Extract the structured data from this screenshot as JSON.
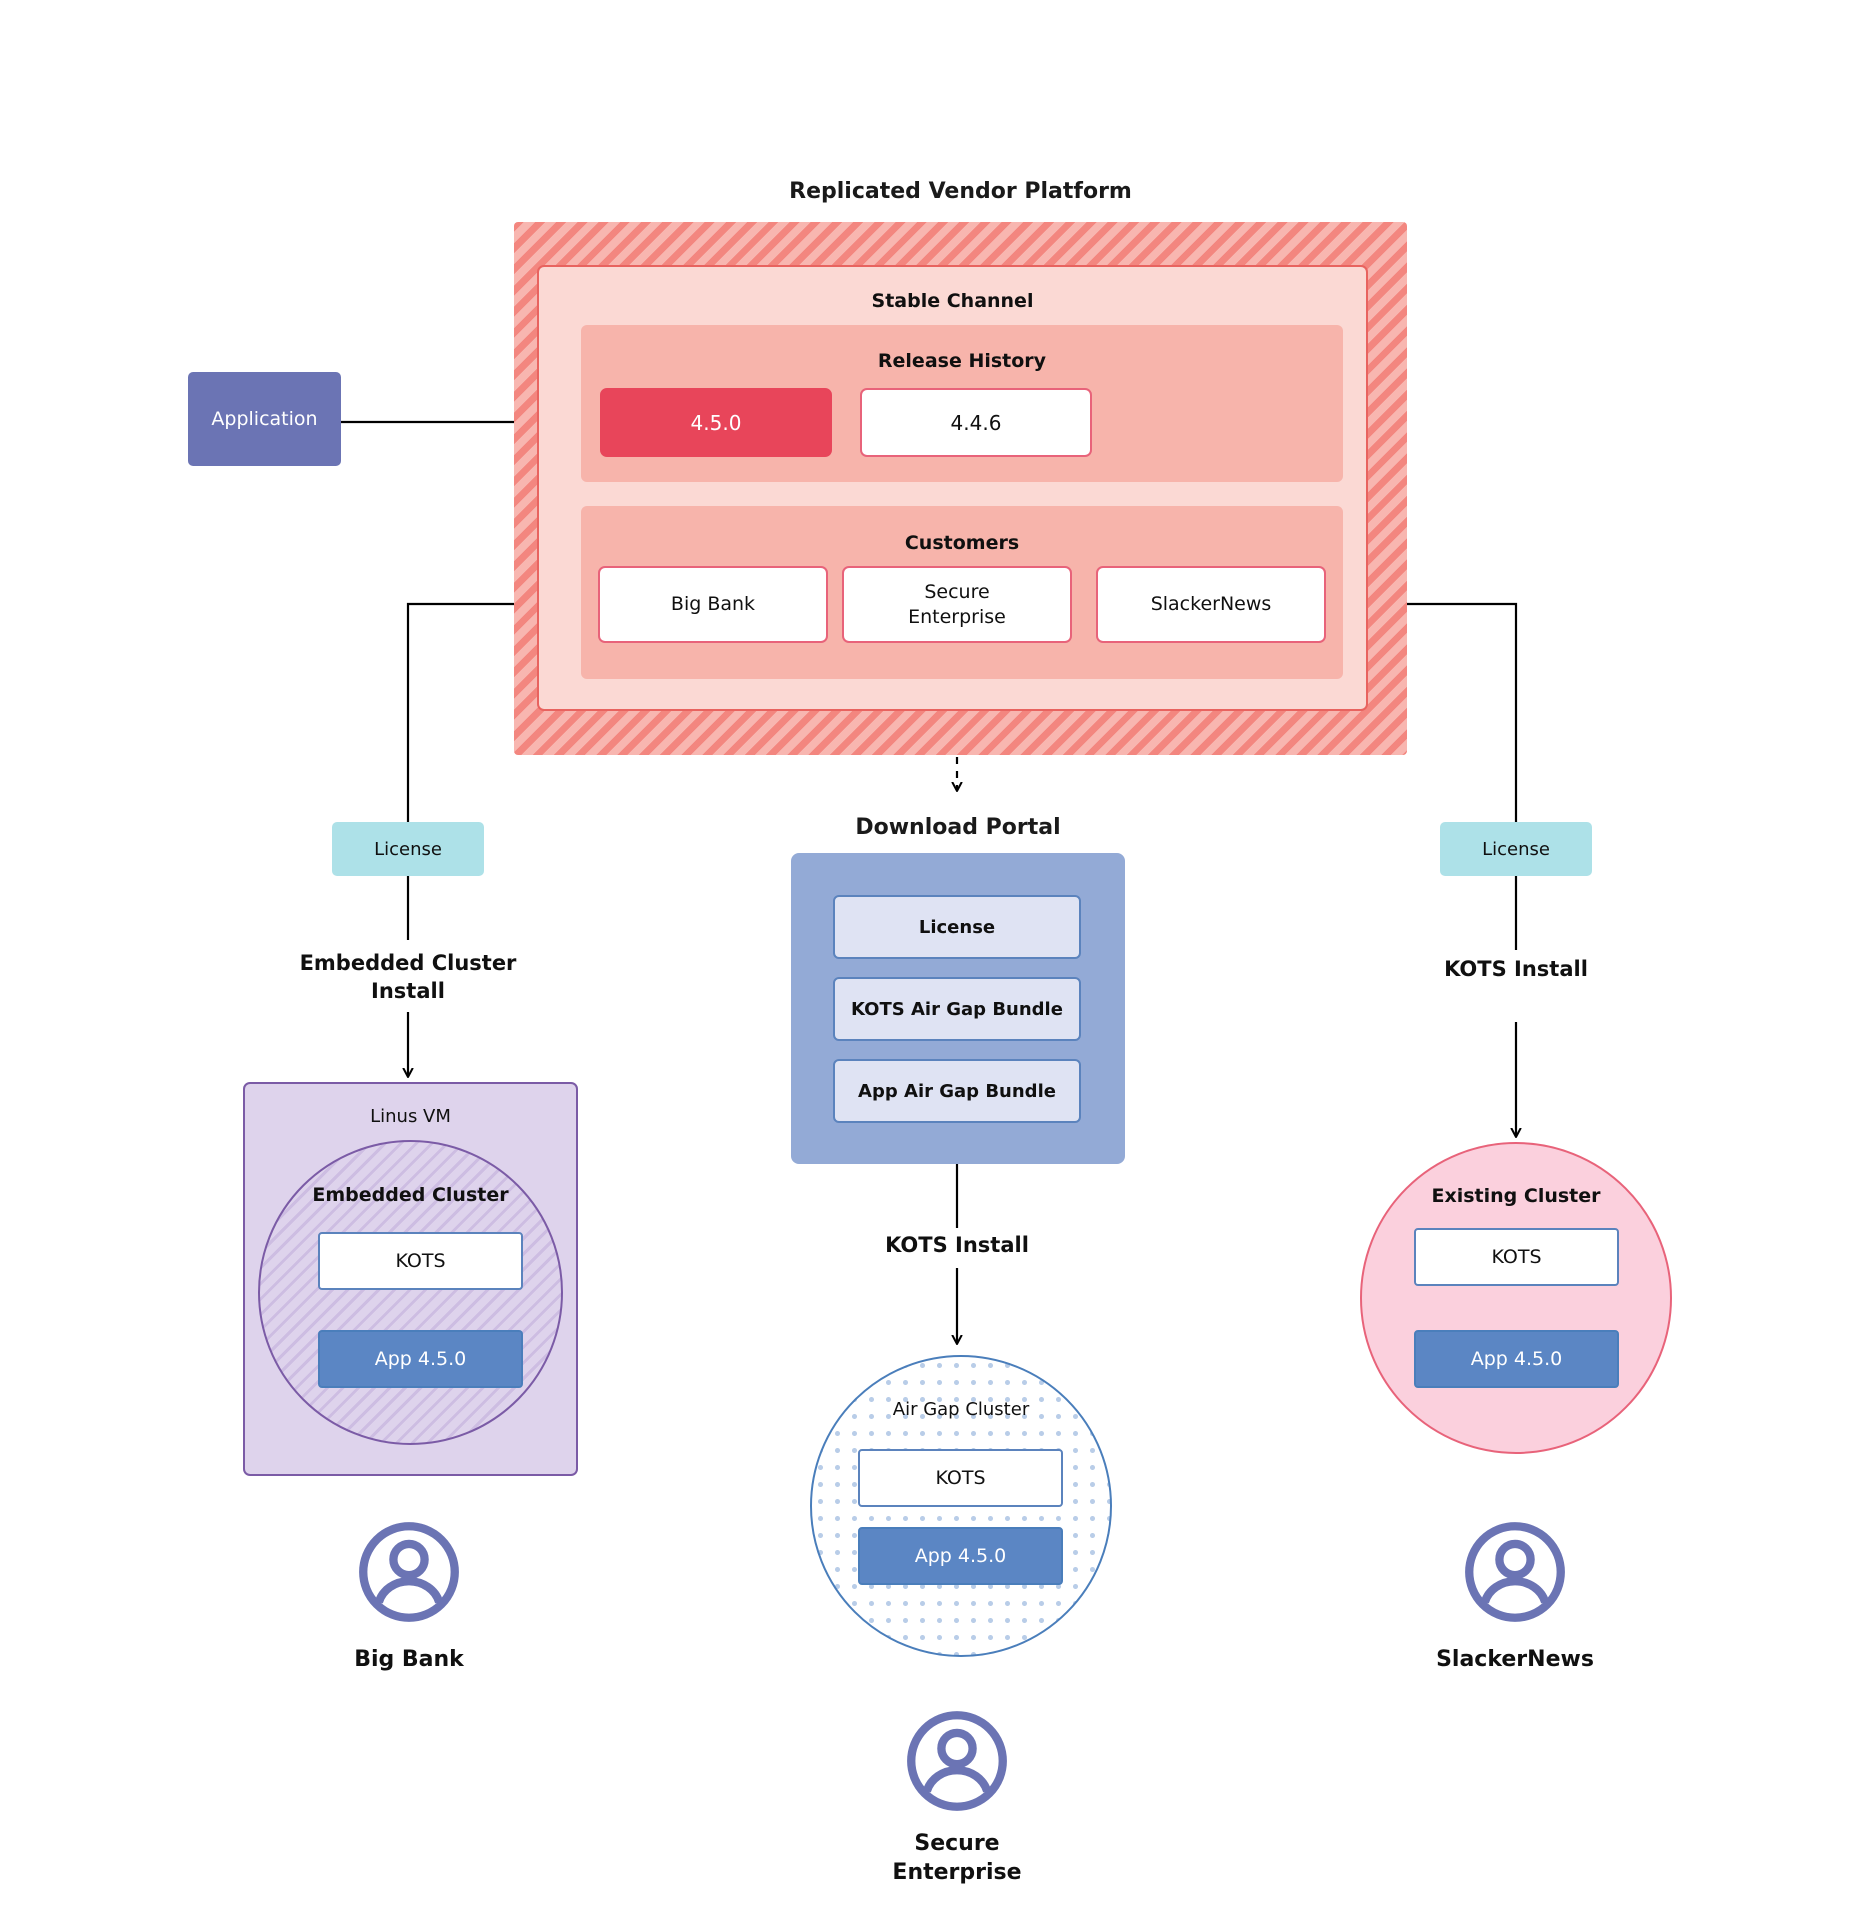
{
  "diagram": {
    "title": "Replicated Vendor Platform",
    "platform": {
      "channel_label": "Stable Channel",
      "release_history_label": "Release History",
      "releases": [
        {
          "version": "4.5.0",
          "state": "active"
        },
        {
          "version": "4.4.6",
          "state": "idle"
        }
      ],
      "customers_label": "Customers",
      "customers": [
        {
          "name": "Big Bank"
        },
        {
          "name": "Secure\nEnterprise"
        },
        {
          "name": "SlackerNews"
        }
      ]
    },
    "application_box": {
      "label": "Application"
    },
    "left_flow": {
      "license_label": "License",
      "install_label": "Embedded Cluster\nInstall",
      "vm_label": "Linus VM",
      "cluster_label": "Embedded Cluster",
      "kots_label": "KOTS",
      "app_label": "App 4.5.0",
      "persona": "Big Bank"
    },
    "center_flow": {
      "portal_title": "Download  Portal",
      "portal_items": [
        {
          "label": "License"
        },
        {
          "label": "KOTS Air Gap Bundle"
        },
        {
          "label": "App Air Gap Bundle"
        }
      ],
      "install_label": "KOTS Install",
      "cluster_label": "Air Gap Cluster",
      "kots_label": "KOTS",
      "app_label": "App 4.5.0",
      "persona": "Secure\nEnterprise"
    },
    "right_flow": {
      "license_label": "License",
      "install_label": "KOTS Install",
      "cluster_label": "Existing Cluster",
      "kots_label": "KOTS",
      "app_label": "App 4.5.0",
      "persona": "SlackerNews"
    },
    "colors": {
      "platform_hatch": "#f3867f",
      "channel_bg": "#fbd9d4",
      "section_bg": "#f7b4ab",
      "release_active": "#e8455a",
      "release_border": "#e8637a",
      "application": "#6b74b4",
      "license_chip": "#ade1e8",
      "vm_purple": "#ded3ec",
      "vm_border": "#7b5ba6",
      "portal_blue": "#93aad6",
      "portal_item": "#dfe3f3",
      "app_blue": "#5b86c4",
      "existing_pink": "#fbd0dd",
      "avatar": "#6b74b4"
    }
  }
}
